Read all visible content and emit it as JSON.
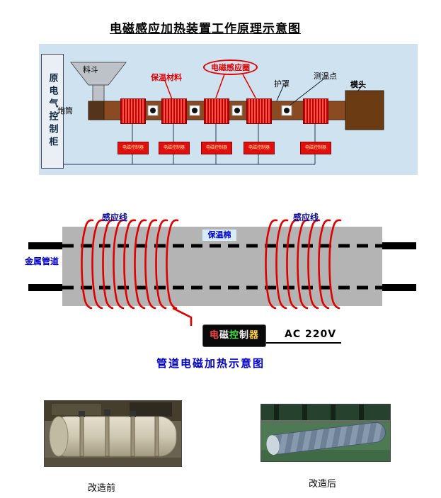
{
  "title": "电磁感应加热装置工作原理示意图",
  "diagram1": {
    "cabinet": "原电气控制柜",
    "hopper": "料斗",
    "barrel": "炮筒",
    "insulation": "保温材料",
    "induction_coil": "电磁感应圈",
    "shield": "护罩",
    "temp_point": "测温点",
    "die_head": "模头",
    "controller": "电磁控制器"
  },
  "diagram2": {
    "induction_wire": "感应线",
    "insulation_cotton": "保温棉",
    "metal_pipe": "金属管道",
    "controller": "电磁控制器",
    "controller_colors": [
      "#ff4444",
      "#f0f0f0",
      "#44dd44",
      "#f0f0f0",
      "#ffd040"
    ],
    "power": "AC 220V",
    "caption": "管道电磁加热示意图"
  },
  "photos": {
    "before": "改造前",
    "after": "改造后"
  },
  "colors": {
    "diagram1_bg": "#cfe2f0",
    "coil_red": "#e00000",
    "barrel_brown": "#8a4a22",
    "pipe_gray": "#b4b4b4",
    "label_blue": "#0000cc"
  }
}
